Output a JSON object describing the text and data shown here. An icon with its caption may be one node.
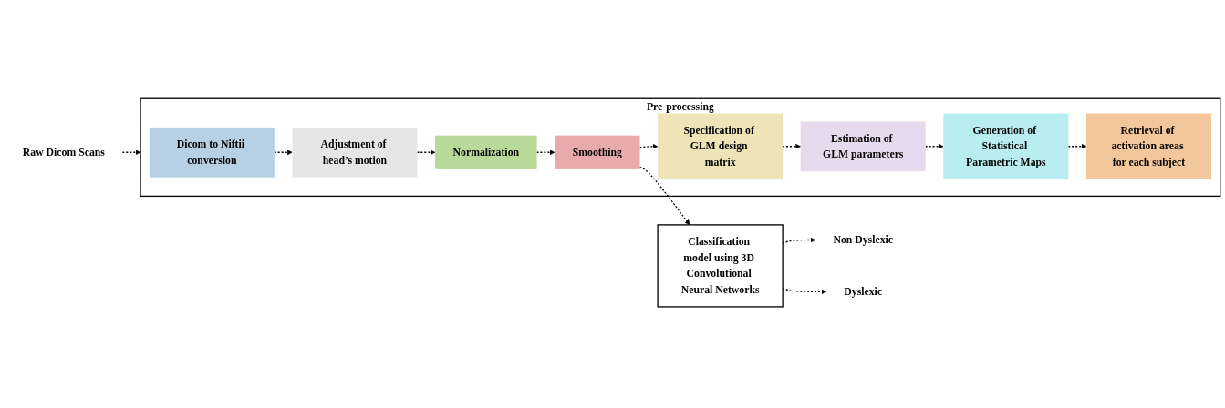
{
  "diagram": {
    "nodes": [
      {
        "text": [
          "Raw Dicom Scans"
        ]
      },
      {
        "text": [
          "Pre-processing"
        ]
      },
      {
        "text": [
          "Dicom to Niftii conversion"
        ],
        "in": 1
      },
      {
        "text": [
          "Adjustment of head’s motion"
        ],
        "in": 1
      },
      {
        "text": [
          "Normalization"
        ],
        "in": 1
      },
      {
        "text": [
          "Smoothing"
        ],
        "in": 1
      },
      {
        "text": [
          "Specification of GLM design matrix"
        ],
        "in": 1
      },
      {
        "text": [
          "Estimation of GLM parameters"
        ],
        "in": 1
      },
      {
        "text": [
          "Generation of Statistical Parametric Maps"
        ],
        "in": 1
      },
      {
        "text": [
          "Retrieval of activation areas for each subject"
        ],
        "in": 1
      },
      {
        "text": [
          "Classification model using 3D Convolutional Neural Networks"
        ]
      },
      {
        "text": [
          "Non Dyslexic"
        ]
      },
      {
        "text": [
          "Dyslexic"
        ]
      }
    ],
    "edges": [
      {
        "from": 0,
        "to": 1,
        "arrow": "to",
        "style": "dashed"
      },
      {
        "from": 2,
        "to": 3,
        "arrow": "to",
        "style": "dashed"
      },
      {
        "from": 3,
        "to": 4,
        "arrow": "to",
        "style": "dashed"
      },
      {
        "from": 4,
        "to": 5,
        "arrow": "to",
        "style": "dashed"
      },
      {
        "from": 5,
        "to": 6,
        "arrow": "to",
        "style": "dashed"
      },
      {
        "from": 5,
        "to": 10,
        "arrow": "to",
        "style": "dashed"
      },
      {
        "from": 6,
        "to": 7,
        "arrow": "to",
        "style": "dashed"
      },
      {
        "from": 7,
        "to": 8,
        "arrow": "to",
        "style": "dashed"
      },
      {
        "from": 8,
        "to": 9,
        "arrow": "to",
        "style": "dashed"
      },
      {
        "from": 10,
        "to": 11,
        "arrow": "to",
        "style": "dashed"
      },
      {
        "from": 10,
        "to": 12,
        "arrow": "to",
        "style": "dashed"
      }
    ]
  }
}
